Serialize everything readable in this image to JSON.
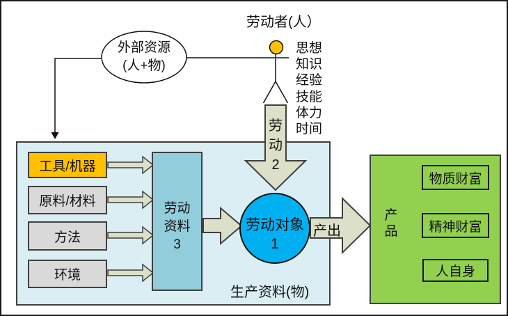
{
  "laborer": {
    "title": "劳动者(人）",
    "attributes": [
      "思想",
      "知识",
      "经验",
      "技能",
      "体力",
      "时间"
    ]
  },
  "external_resources": {
    "line1": "外部资源",
    "line2": "(人+物)"
  },
  "labor_arrow": {
    "lines": [
      "劳",
      "动",
      "2"
    ]
  },
  "inputs": [
    {
      "label": "工具/机器",
      "fill": "#ffc000"
    },
    {
      "label": "原料/材料",
      "fill": "#d9d9d9"
    },
    {
      "label": "方法",
      "fill": "#d9d9d9"
    },
    {
      "label": "环境",
      "fill": "#d9d9d9"
    }
  ],
  "labor_means": {
    "lines": [
      "劳动",
      "资料",
      "3"
    ]
  },
  "labor_object": {
    "label": "劳动对象",
    "number": "1"
  },
  "container_caption": "生产资料(物)",
  "output_label": "产出",
  "product": {
    "label_chars": [
      "产",
      "品"
    ],
    "items": [
      "物质财富",
      "精神财富",
      "人自身"
    ]
  },
  "colors": {
    "container_fill": "#daeef3",
    "labor_means_fill": "#92cddc",
    "labor_object_fill": "#00b0f0",
    "product_fill": "#92d050",
    "tools_fill": "#ffc000",
    "input_fill": "#d9d9d9",
    "arrow_fill": "#dde0c8",
    "figure_head_fill": "#ffc000",
    "outline": "#3f3f3f"
  }
}
